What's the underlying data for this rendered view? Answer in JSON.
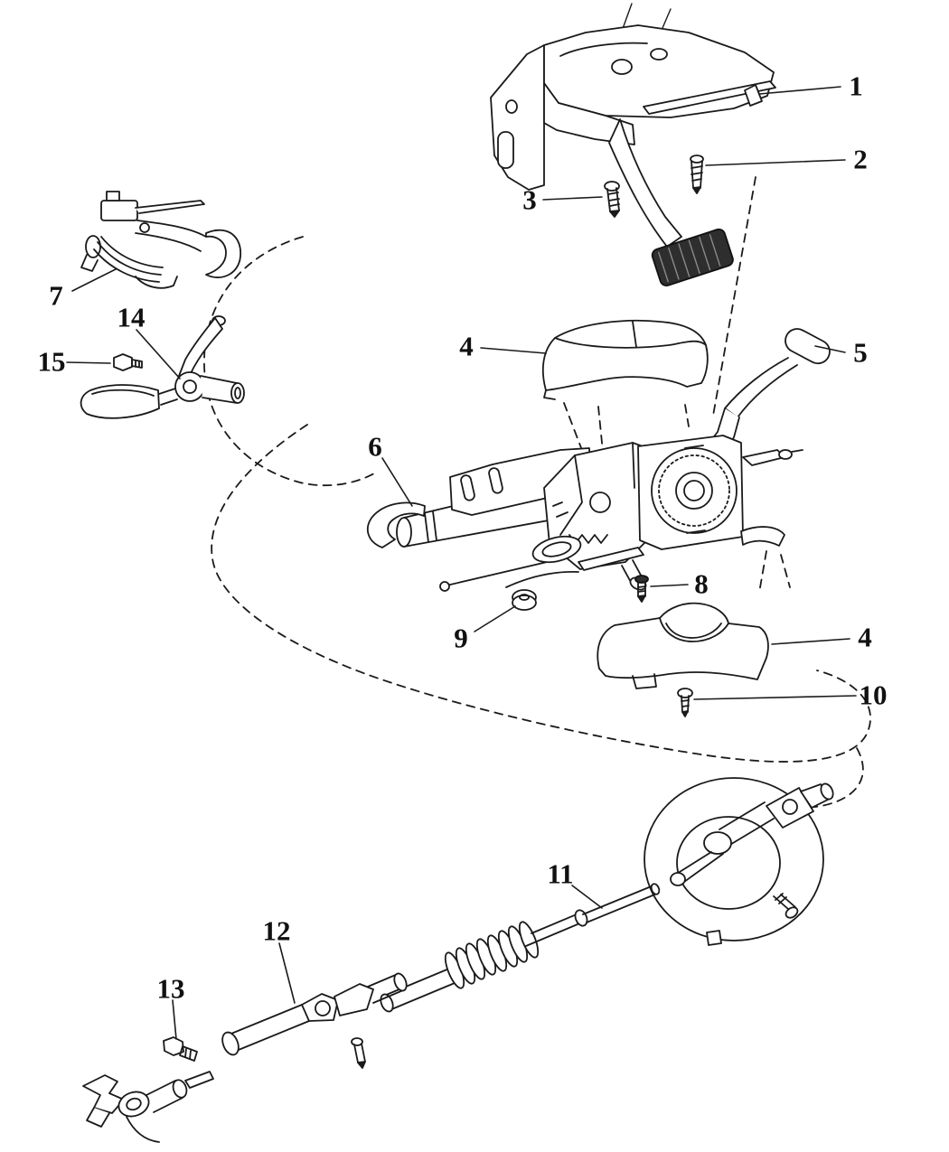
{
  "figure": {
    "type": "exploded-parts-diagram",
    "background_color": "#ffffff",
    "line_color": "#1a1a1a",
    "pedal_pad_fill": "#2e2e2e"
  },
  "callouts": [
    {
      "id": "callout-1",
      "label": "1"
    },
    {
      "id": "callout-2",
      "label": "2"
    },
    {
      "id": "callout-3",
      "label": "3"
    },
    {
      "id": "callout-4-upper",
      "label": "4"
    },
    {
      "id": "callout-5",
      "label": "5"
    },
    {
      "id": "callout-6",
      "label": "6"
    },
    {
      "id": "callout-7",
      "label": "7"
    },
    {
      "id": "callout-8",
      "label": "8"
    },
    {
      "id": "callout-9",
      "label": "9"
    },
    {
      "id": "callout-4-lower",
      "label": "4"
    },
    {
      "id": "callout-10",
      "label": "10"
    },
    {
      "id": "callout-11",
      "label": "11"
    },
    {
      "id": "callout-12",
      "label": "12"
    },
    {
      "id": "callout-13",
      "label": "13"
    },
    {
      "id": "callout-14",
      "label": "14"
    },
    {
      "id": "callout-15",
      "label": "15"
    }
  ]
}
